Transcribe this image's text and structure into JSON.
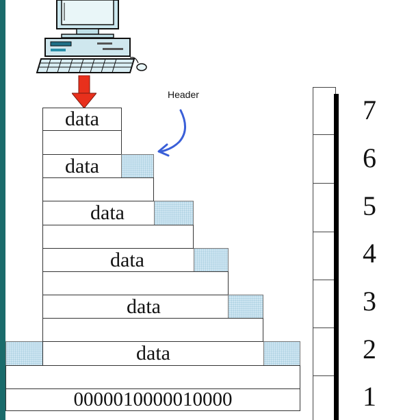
{
  "diagram": {
    "header_annotation": "Header",
    "data_label": "data",
    "bit_string": "0000010000010000",
    "layer_numbers": [
      "7",
      "6",
      "5",
      "4",
      "3",
      "2",
      "1"
    ],
    "colors": {
      "header_fill": "#cfe6f2",
      "arrow": "#e8301c",
      "annotation_arrow": "#3a5fd8",
      "left_strip": "#1a6b6b"
    }
  }
}
